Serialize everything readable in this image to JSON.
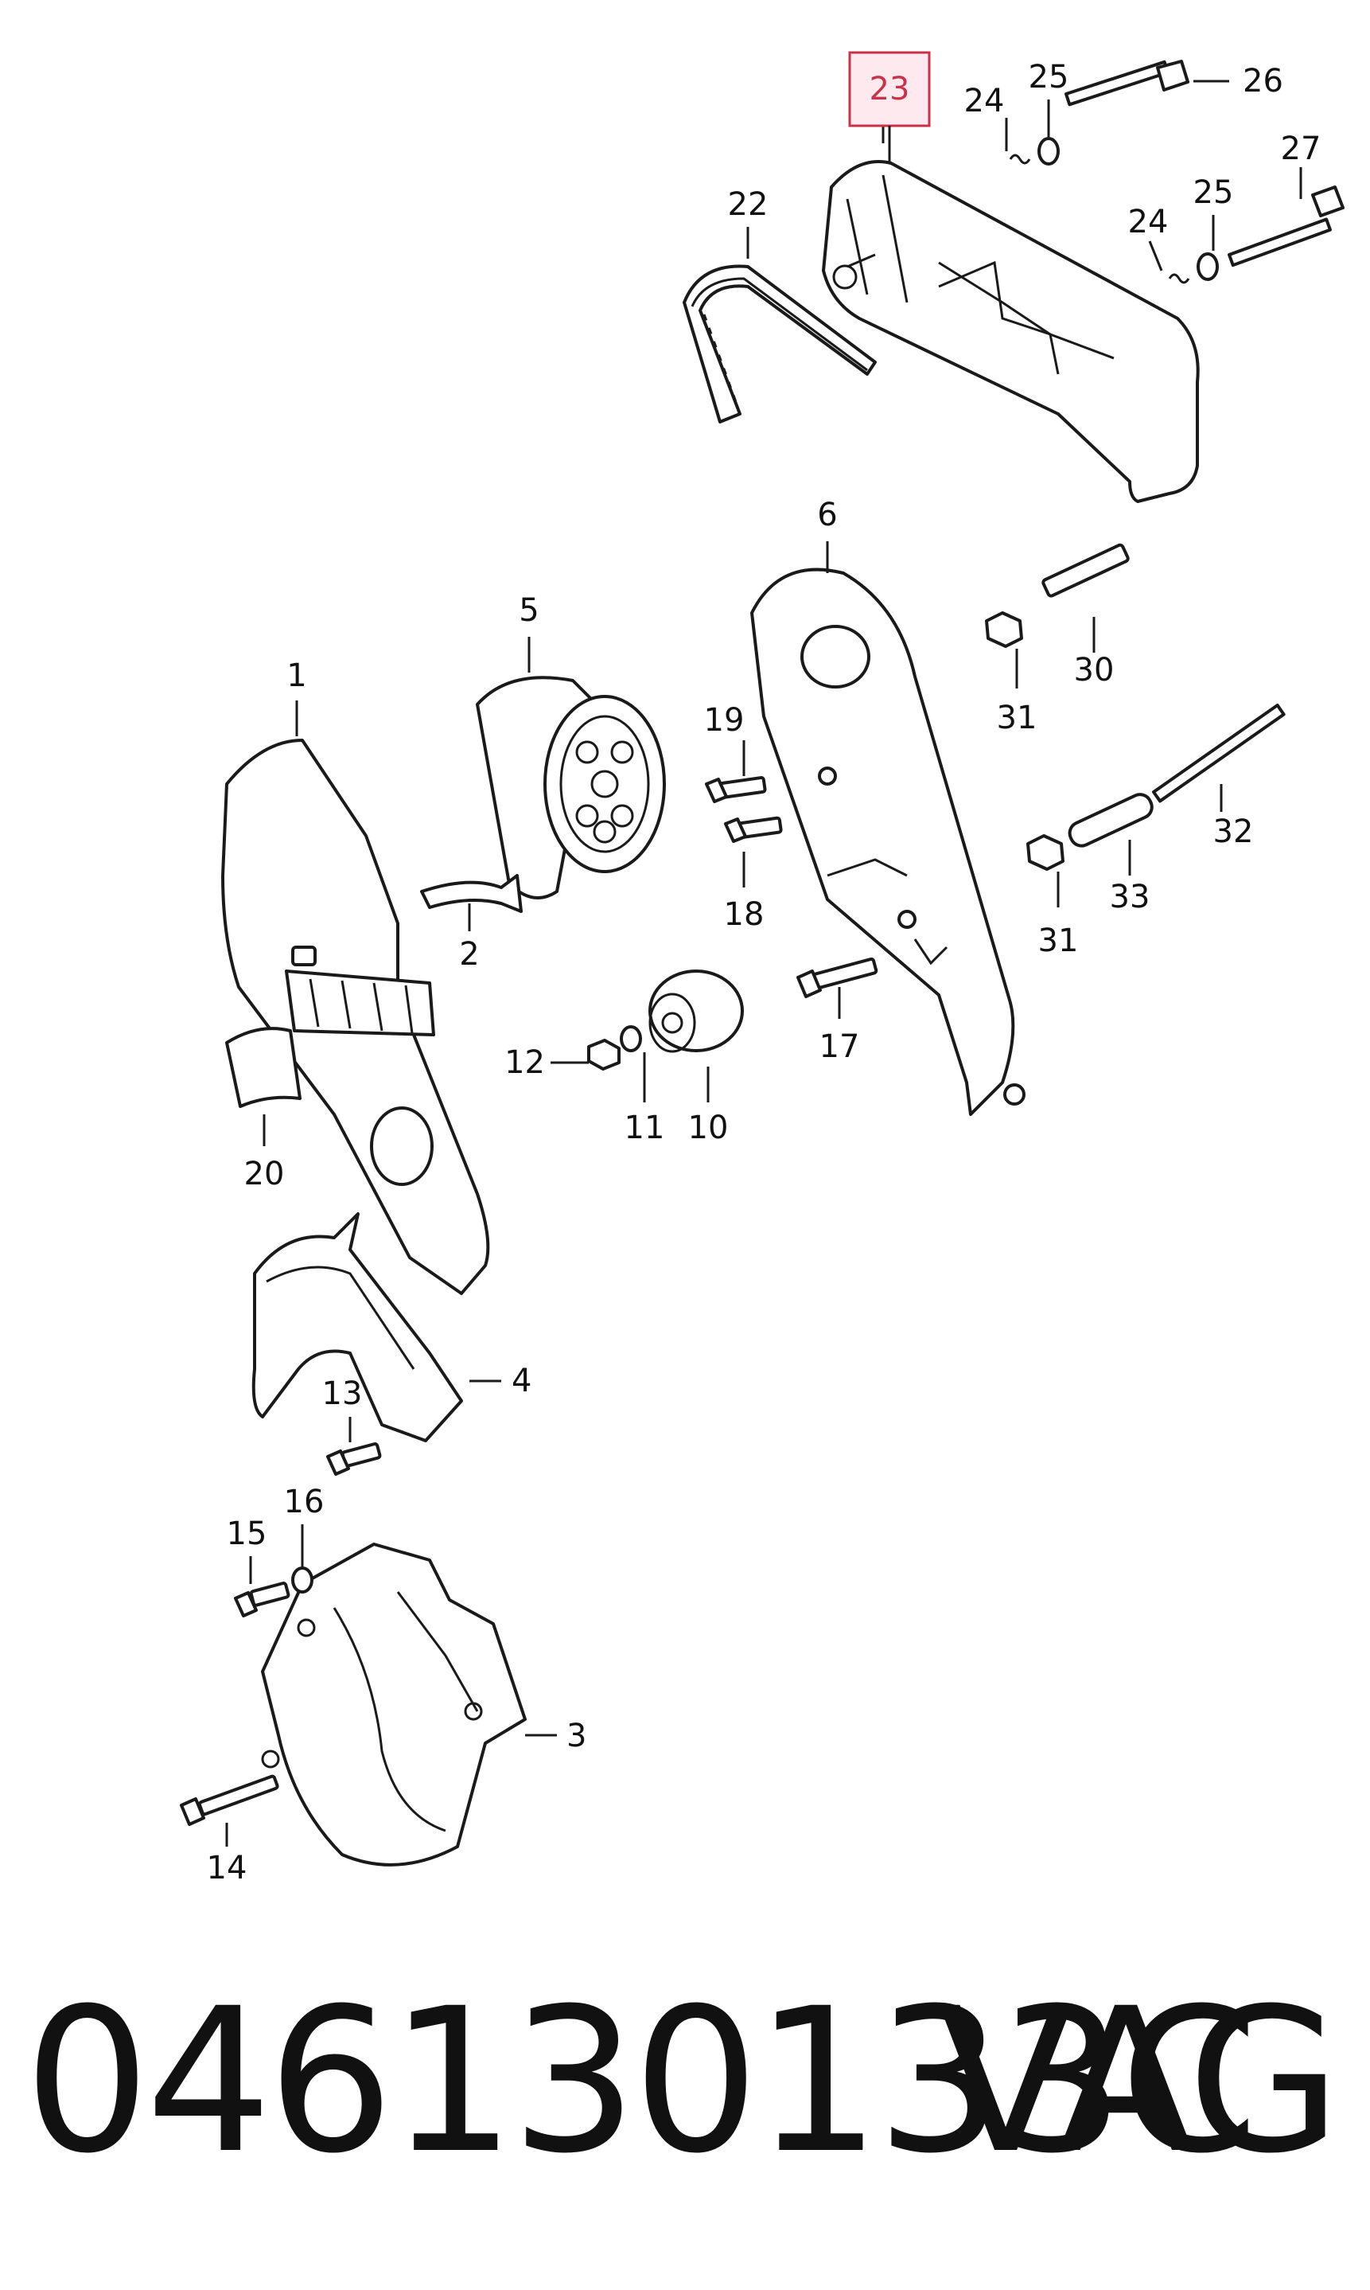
{
  "diagram": {
    "highlighted_callout": "23",
    "callouts": {
      "c1": "1",
      "c2": "2",
      "c3": "3",
      "c4": "4",
      "c5": "5",
      "c6": "6",
      "c10": "10",
      "c11": "11",
      "c12": "12",
      "c13": "13",
      "c14": "14",
      "c15": "15",
      "c16": "16",
      "c17": "17",
      "c18": "18",
      "c19": "19",
      "c20": "20",
      "c22": "22",
      "c23": "23",
      "c24a": "24",
      "c24b": "24",
      "c25a": "25",
      "c25b": "25",
      "c26": "26",
      "c27": "27",
      "c30": "30",
      "c31a": "31",
      "c31b": "31",
      "c32": "32",
      "c33": "33"
    },
    "highlight_color": "#c8324a"
  },
  "footer": {
    "part_number": "046130133C",
    "brand": "VAG"
  }
}
